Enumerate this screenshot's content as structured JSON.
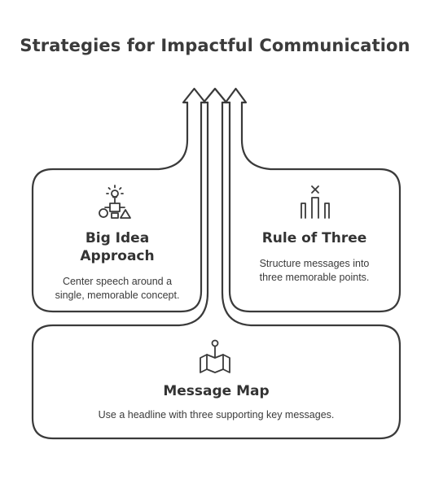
{
  "title": "Strategies for Impactful Communication",
  "cards": {
    "big_idea": {
      "heading_line1": "Big Idea",
      "heading_line2": "Approach",
      "desc_line1": "Center speech around a",
      "desc_line2": "single, memorable concept.",
      "icon": "idea-shapes-icon"
    },
    "rule_of_three": {
      "heading": "Rule of Three",
      "desc_line1": "Structure messages into",
      "desc_line2": "three memorable points.",
      "icon": "three-pillars-icon"
    },
    "message_map": {
      "heading": "Message Map",
      "desc": "Use a headline with three supporting key messages.",
      "icon": "map-pin-icon"
    }
  },
  "colors": {
    "stroke": "#3a3a3a",
    "background": "#ffffff"
  }
}
